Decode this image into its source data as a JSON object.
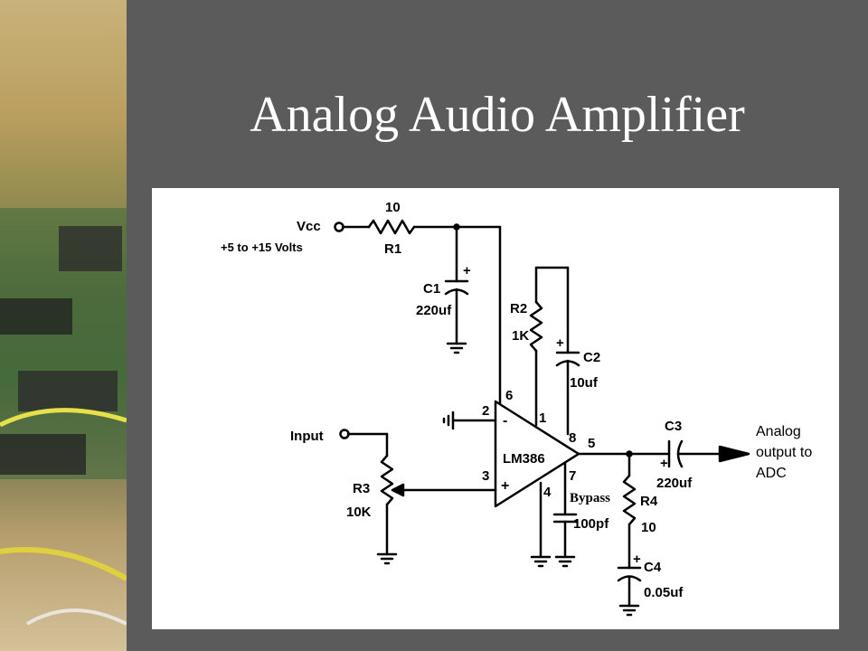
{
  "slide": {
    "title": "Analog Audio Amplifier"
  },
  "colors": {
    "background": "#5b5b5b",
    "title_text": "#ffffff",
    "schematic_bg": "#ffffff",
    "ink": "#000000"
  },
  "schematic": {
    "vcc_label": "Vcc",
    "vcc_range": "+5 to +15 Volts",
    "input_label": "Input",
    "output_label": [
      "Analog",
      "output to",
      "ADC"
    ],
    "ic": {
      "name": "LM386",
      "minus": "-",
      "plus": "+"
    },
    "pins": {
      "p1": "1",
      "p2": "2",
      "p3": "3",
      "p4": "4",
      "p5": "5",
      "p6": "6",
      "p7": "7",
      "p8": "8"
    },
    "components": {
      "r1": {
        "name": "R1",
        "value": "10"
      },
      "r2": {
        "name": "R2",
        "value": "1K"
      },
      "r3": {
        "name": "R3",
        "value": "10K"
      },
      "r4": {
        "name": "R4",
        "value": "10"
      },
      "c1": {
        "name": "C1",
        "value": "220uf"
      },
      "c2": {
        "name": "C2",
        "value": "10uf"
      },
      "c3": {
        "name": "C3",
        "value": "220uf"
      },
      "c4": {
        "name": "C4",
        "value": "0.05uf"
      },
      "bypass": {
        "name": "Bypass",
        "value": "100pf"
      }
    },
    "polarity": "+"
  }
}
